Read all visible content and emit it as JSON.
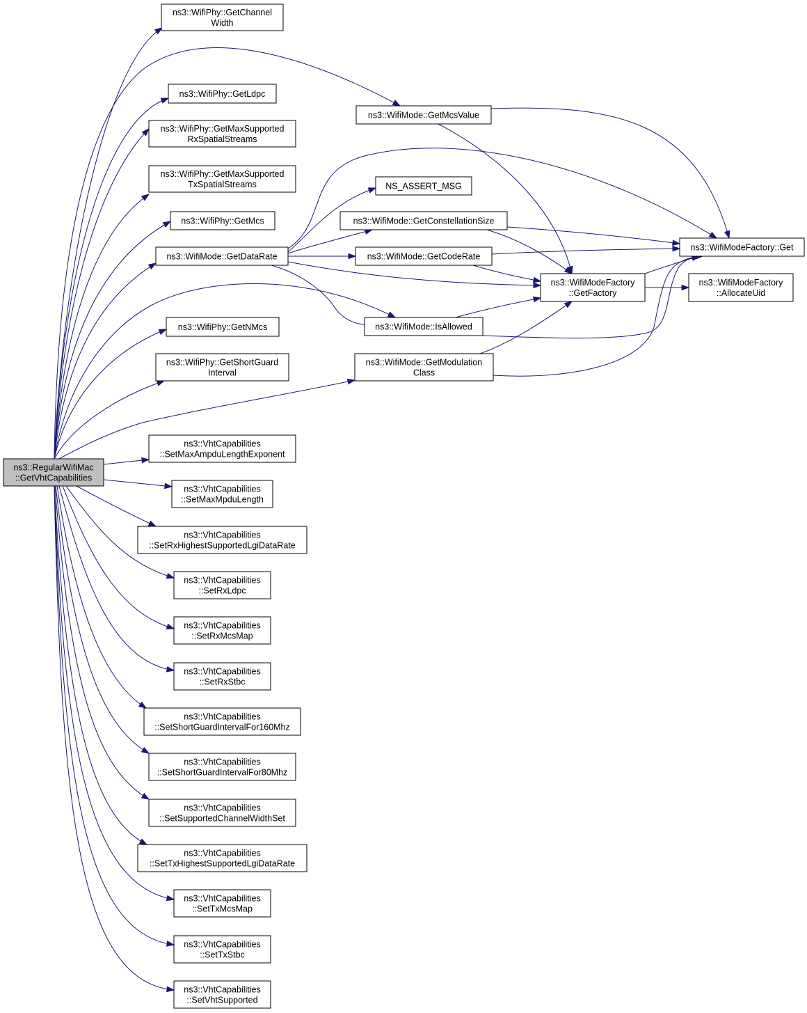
{
  "graph": {
    "edge_color": "#191970",
    "root_fill": "#bfbfbf",
    "nodes": [
      {
        "id": "root",
        "lines": [
          "ns3::RegularWifiMac",
          "::GetVhtCapabilities"
        ],
        "root": true
      },
      {
        "id": "getChannelWidth",
        "lines": [
          "ns3::WifiPhy::GetChannel",
          "Width"
        ]
      },
      {
        "id": "getLdpc",
        "lines": [
          "ns3::WifiPhy::GetLdpc"
        ]
      },
      {
        "id": "getMaxRx",
        "lines": [
          "ns3::WifiPhy::GetMaxSupported",
          "RxSpatialStreams"
        ]
      },
      {
        "id": "getMaxTx",
        "lines": [
          "ns3::WifiPhy::GetMaxSupported",
          "TxSpatialStreams"
        ]
      },
      {
        "id": "getMcs",
        "lines": [
          "ns3::WifiPhy::GetMcs"
        ]
      },
      {
        "id": "getDataRate",
        "lines": [
          "ns3::WifiMode::GetDataRate"
        ]
      },
      {
        "id": "getNMcs",
        "lines": [
          "ns3::WifiPhy::GetNMcs"
        ]
      },
      {
        "id": "getShortGuard",
        "lines": [
          "ns3::WifiPhy::GetShortGuard",
          "Interval"
        ]
      },
      {
        "id": "setMaxAmpdu",
        "lines": [
          "ns3::VhtCapabilities",
          "::SetMaxAmpduLengthExponent"
        ]
      },
      {
        "id": "setMaxMpdu",
        "lines": [
          "ns3::VhtCapabilities",
          "::SetMaxMpduLength"
        ]
      },
      {
        "id": "setRxHighest",
        "lines": [
          "ns3::VhtCapabilities",
          "::SetRxHighestSupportedLgiDataRate"
        ]
      },
      {
        "id": "setRxLdpc",
        "lines": [
          "ns3::VhtCapabilities",
          "::SetRxLdpc"
        ]
      },
      {
        "id": "setRxMcsMap",
        "lines": [
          "ns3::VhtCapabilities",
          "::SetRxMcsMap"
        ]
      },
      {
        "id": "setRxStbc",
        "lines": [
          "ns3::VhtCapabilities",
          "::SetRxStbc"
        ]
      },
      {
        "id": "setSgi160",
        "lines": [
          "ns3::VhtCapabilities",
          "::SetShortGuardIntervalFor160Mhz"
        ]
      },
      {
        "id": "setSgi80",
        "lines": [
          "ns3::VhtCapabilities",
          "::SetShortGuardIntervalFor80Mhz"
        ]
      },
      {
        "id": "setSupportedCw",
        "lines": [
          "ns3::VhtCapabilities",
          "::SetSupportedChannelWidthSet"
        ]
      },
      {
        "id": "setTxHighest",
        "lines": [
          "ns3::VhtCapabilities",
          "::SetTxHighestSupportedLgiDataRate"
        ]
      },
      {
        "id": "setTxMcsMap",
        "lines": [
          "ns3::VhtCapabilities",
          "::SetTxMcsMap"
        ]
      },
      {
        "id": "setTxStbc",
        "lines": [
          "ns3::VhtCapabilities",
          "::SetTxStbc"
        ]
      },
      {
        "id": "setVhtSupported",
        "lines": [
          "ns3::VhtCapabilities",
          "::SetVhtSupported"
        ]
      },
      {
        "id": "getMcsValue",
        "lines": [
          "ns3::WifiMode::GetMcsValue"
        ]
      },
      {
        "id": "nsAssertMsg",
        "lines": [
          "NS_ASSERT_MSG"
        ]
      },
      {
        "id": "getConstellationSize",
        "lines": [
          "ns3::WifiMode::GetConstellationSize"
        ]
      },
      {
        "id": "getCodeRate",
        "lines": [
          "ns3::WifiMode::GetCodeRate"
        ]
      },
      {
        "id": "isAllowed",
        "lines": [
          "ns3::WifiMode::IsAllowed"
        ]
      },
      {
        "id": "getModulationClass",
        "lines": [
          "ns3::WifiMode::GetModulation",
          "Class"
        ]
      },
      {
        "id": "getFactory",
        "lines": [
          "ns3::WifiModeFactory",
          "::GetFactory"
        ]
      },
      {
        "id": "factoryGet",
        "lines": [
          "ns3::WifiModeFactory::Get"
        ]
      },
      {
        "id": "allocateUid",
        "lines": [
          "ns3::WifiModeFactory",
          "::AllocateUid"
        ]
      }
    ],
    "edges": [
      [
        "root",
        "getChannelWidth"
      ],
      [
        "root",
        "getMcsValue"
      ],
      [
        "root",
        "getLdpc"
      ],
      [
        "root",
        "getMaxRx"
      ],
      [
        "root",
        "getMaxTx"
      ],
      [
        "root",
        "getMcs"
      ],
      [
        "root",
        "getDataRate"
      ],
      [
        "root",
        "isAllowed"
      ],
      [
        "root",
        "getNMcs"
      ],
      [
        "root",
        "getShortGuard"
      ],
      [
        "root",
        "getModulationClass"
      ],
      [
        "root",
        "setMaxAmpdu"
      ],
      [
        "root",
        "setMaxMpdu"
      ],
      [
        "root",
        "setRxHighest"
      ],
      [
        "root",
        "setRxLdpc"
      ],
      [
        "root",
        "setRxMcsMap"
      ],
      [
        "root",
        "setRxStbc"
      ],
      [
        "root",
        "setSgi160"
      ],
      [
        "root",
        "setSgi80"
      ],
      [
        "root",
        "setSupportedCw"
      ],
      [
        "root",
        "setTxHighest"
      ],
      [
        "root",
        "setTxMcsMap"
      ],
      [
        "root",
        "setTxStbc"
      ],
      [
        "root",
        "setVhtSupported"
      ],
      [
        "getMcsValue",
        "factoryGet"
      ],
      [
        "getMcsValue",
        "getFactory"
      ],
      [
        "getDataRate",
        "factoryGet"
      ],
      [
        "getDataRate",
        "nsAssertMsg"
      ],
      [
        "getDataRate",
        "getConstellationSize"
      ],
      [
        "getDataRate",
        "getCodeRate"
      ],
      [
        "getDataRate",
        "getFactory"
      ],
      [
        "getDataRate",
        "isAllowed"
      ],
      [
        "getConstellationSize",
        "factoryGet"
      ],
      [
        "getConstellationSize",
        "getFactory"
      ],
      [
        "getCodeRate",
        "factoryGet"
      ],
      [
        "getCodeRate",
        "getFactory"
      ],
      [
        "isAllowed",
        "getFactory"
      ],
      [
        "isAllowed",
        "factoryGet"
      ],
      [
        "getModulationClass",
        "getFactory"
      ],
      [
        "getModulationClass",
        "factoryGet"
      ],
      [
        "getFactory",
        "factoryGet"
      ],
      [
        "getFactory",
        "allocateUid"
      ]
    ]
  }
}
